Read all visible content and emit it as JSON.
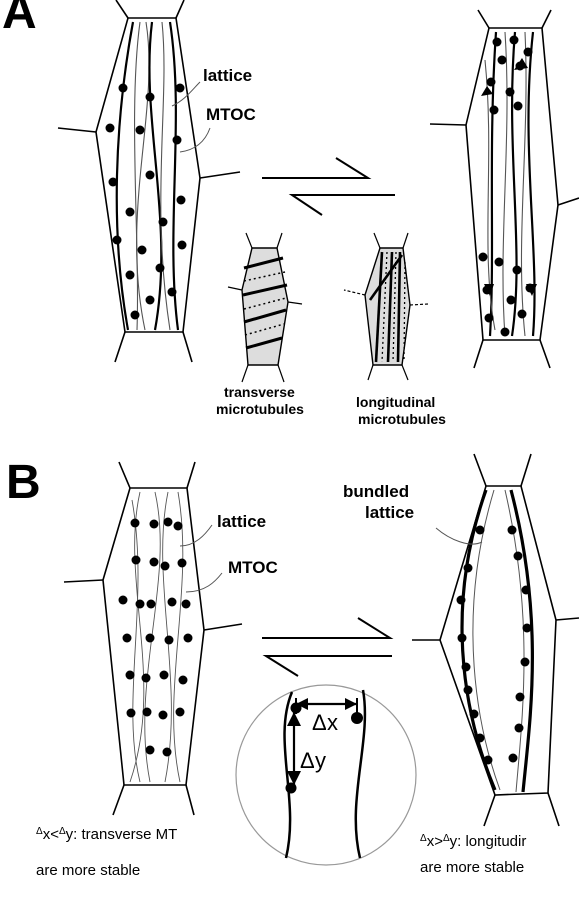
{
  "panels": {
    "a": {
      "letter": "A",
      "left_labels": {
        "lattice": "lattice",
        "mtoc": "MTOC"
      },
      "captions": {
        "transverse_line1": "transverse",
        "transverse_line2": "microtubules",
        "longitudinal_line1": "longitudinal",
        "longitudinal_line2": "microtubules"
      }
    },
    "b": {
      "letter": "B",
      "left_labels": {
        "lattice": "lattice",
        "mtoc": "MTOC"
      },
      "right_labels": {
        "bundled_line1": "bundled",
        "bundled_line2": "lattice"
      },
      "inset": {
        "dx": "x",
        "dy": "y",
        "delta": "Δ"
      },
      "left_note": {
        "delta": "Δ",
        "rel": "x<",
        "delta2": "Δ",
        "rest": "y: transverse MT",
        "line2": "are more stable"
      },
      "right_note": {
        "delta": "Δ",
        "rel": "x>",
        "delta2": "Δ",
        "rest": "y: longitudir",
        "line2": "are more stable"
      }
    }
  },
  "colors": {
    "ink": "#000000",
    "thin_line": "#555555",
    "paper": "#ffffff"
  }
}
